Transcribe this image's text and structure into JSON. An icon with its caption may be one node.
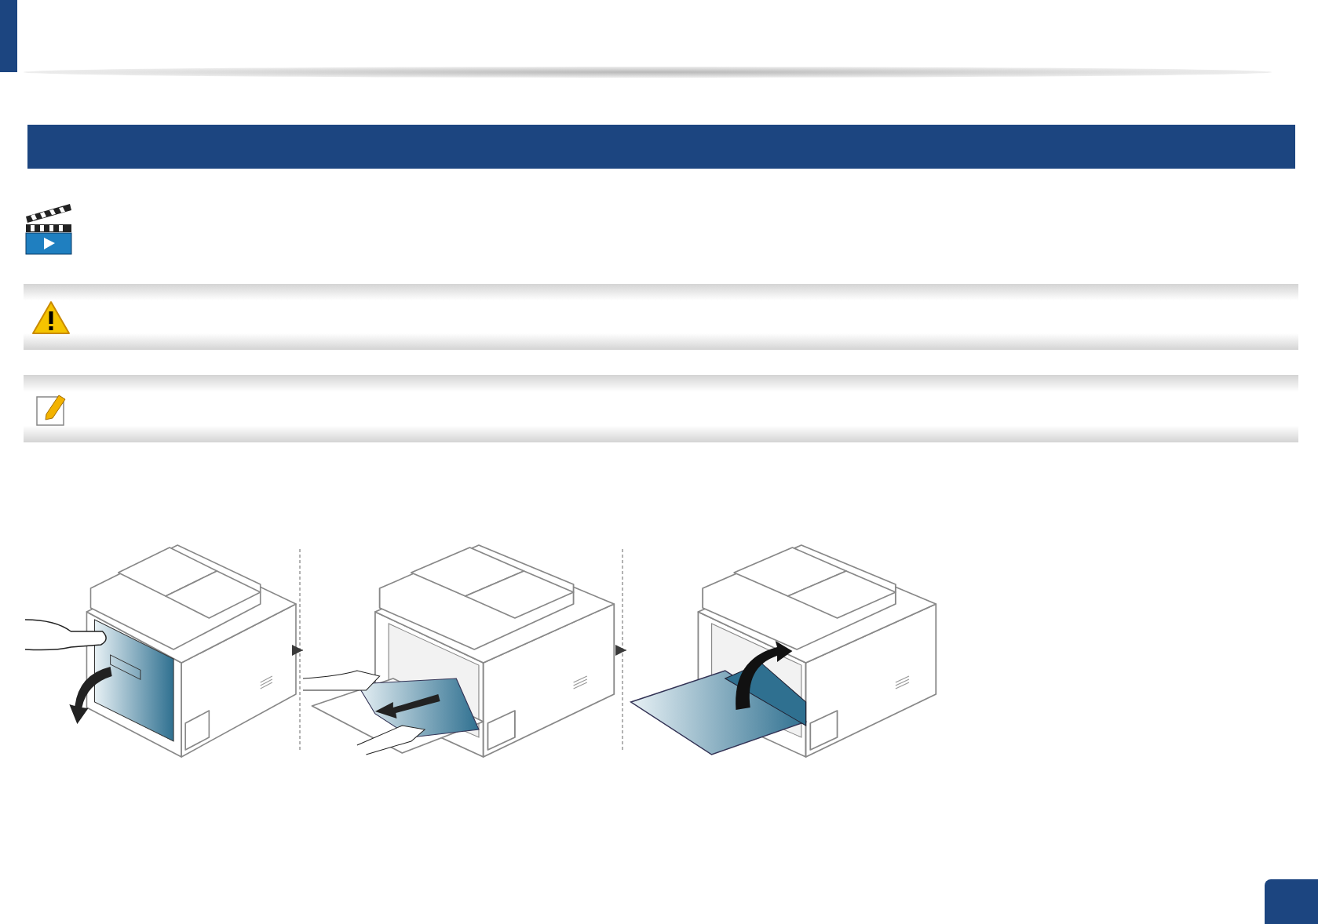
{
  "diagram": {
    "nodes": [
      {
        "text": [],
        "shape": "bar"
      },
      {
        "text": [],
        "shape": "picture"
      },
      {
        "text": [],
        "shape": "picture"
      },
      {
        "text": [],
        "shape": "picture"
      }
    ],
    "edges": [
      {
        "from": 1,
        "to": 2,
        "arrow": "to"
      },
      {
        "from": 2,
        "to": 3,
        "arrow": "to"
      }
    ]
  }
}
